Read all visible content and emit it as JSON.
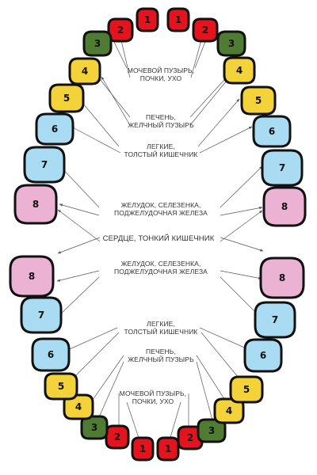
{
  "colors": {
    "t1": "#e4141e",
    "t2": "#e4141e",
    "t3": "#4f7b32",
    "t4": "#f4d33a",
    "t5": "#f4d33a",
    "t6": "#a9dcf2",
    "t7": "#a9dcf2",
    "t8": "#ecb2d4",
    "outline": "#111111",
    "arrow": "#555555",
    "label_text": "#333333"
  },
  "labels": {
    "bladder_kidneys_ear": [
      "МОЧЕВОЙ ПУЗЫРЬ,",
      "ПОЧКИ, УХО"
    ],
    "liver_gallbladder": [
      "ПЕЧЕНЬ,",
      "ЖЕЛЧНЫЙ ПУЗЫРЬ"
    ],
    "lungs_colon": [
      "ЛЕГКИЕ,",
      "ТОЛСТЫЙ КИШЕЧНИК"
    ],
    "stomach_spleen_pancreas": [
      "ЖЕЛУДОК, СЕЛЕЗЕНКА,",
      "ПОДЖЕЛУДОЧНАЯ ЖЕЛЕЗА"
    ],
    "heart_small_intestine": "СЕРДЦЕ, ТОНКИЙ КИШЕЧНИК"
  },
  "upper_teeth": [
    {
      "number": "1",
      "kind": "t1"
    },
    {
      "number": "1",
      "kind": "t1"
    },
    {
      "number": "2",
      "kind": "t2"
    },
    {
      "number": "2",
      "kind": "t2"
    },
    {
      "number": "3",
      "kind": "t3"
    },
    {
      "number": "3",
      "kind": "t3"
    },
    {
      "number": "4",
      "kind": "t4"
    },
    {
      "number": "4",
      "kind": "t4"
    },
    {
      "number": "5",
      "kind": "t5"
    },
    {
      "number": "5",
      "kind": "t5"
    },
    {
      "number": "6",
      "kind": "t6"
    },
    {
      "number": "6",
      "kind": "t6"
    },
    {
      "number": "7",
      "kind": "t7"
    },
    {
      "number": "7",
      "kind": "t7"
    },
    {
      "number": "8",
      "kind": "t8"
    },
    {
      "number": "8",
      "kind": "t8"
    }
  ],
  "lower_teeth": [
    {
      "number": "1",
      "kind": "t1"
    },
    {
      "number": "1",
      "kind": "t1"
    },
    {
      "number": "2",
      "kind": "t2"
    },
    {
      "number": "2",
      "kind": "t2"
    },
    {
      "number": "3",
      "kind": "t3"
    },
    {
      "number": "3",
      "kind": "t3"
    },
    {
      "number": "4",
      "kind": "t4"
    },
    {
      "number": "4",
      "kind": "t4"
    },
    {
      "number": "5",
      "kind": "t5"
    },
    {
      "number": "5",
      "kind": "t5"
    },
    {
      "number": "6",
      "kind": "t6"
    },
    {
      "number": "6",
      "kind": "t6"
    },
    {
      "number": "7",
      "kind": "t7"
    },
    {
      "number": "7",
      "kind": "t7"
    },
    {
      "number": "8",
      "kind": "t8"
    },
    {
      "number": "8",
      "kind": "t8"
    }
  ]
}
